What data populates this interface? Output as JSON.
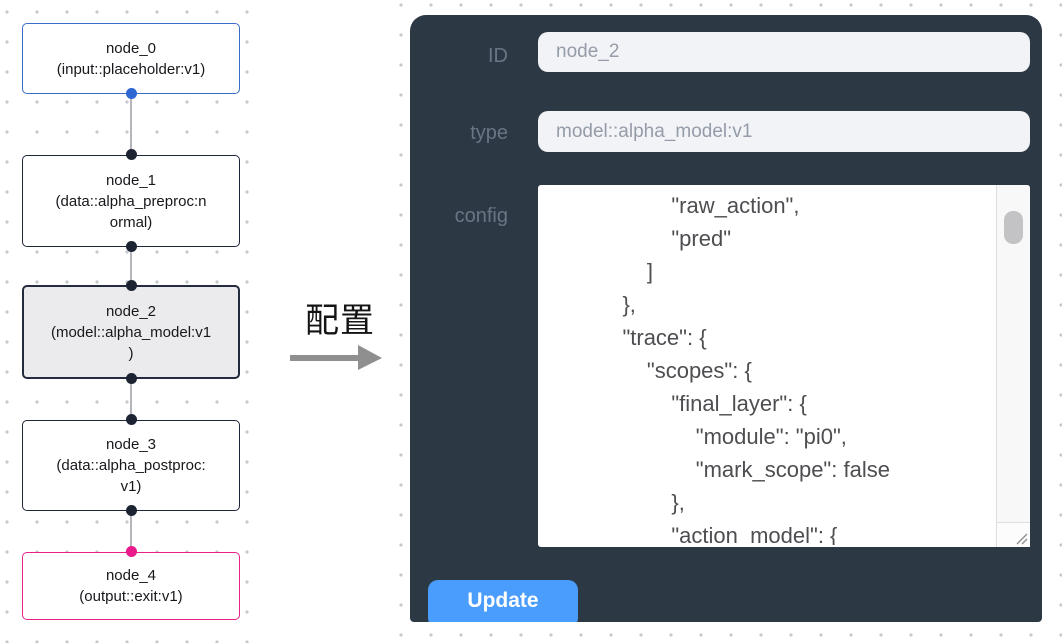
{
  "flow": {
    "nodes": [
      {
        "id": "node_0",
        "label": "node_0\n(input::placeholder:v1)",
        "variant": "input"
      },
      {
        "id": "node_1",
        "label": "node_1\n(data::alpha_preproc:n\normal)",
        "variant": "default"
      },
      {
        "id": "node_2",
        "label": "node_2\n(model::alpha_model:v1\n)",
        "variant": "selected"
      },
      {
        "id": "node_3",
        "label": "node_3\n(data::alpha_postproc:\nv1)",
        "variant": "default"
      },
      {
        "id": "node_4",
        "label": "node_4\n(output::exit:v1)",
        "variant": "output"
      }
    ],
    "colors": {
      "input_border": "#3a6cc8",
      "default_border": "#20263a",
      "selected_bg": "#ebebee",
      "output_border": "#e92189",
      "edge": "#b3b5bb"
    }
  },
  "transfer": {
    "label": "配置"
  },
  "panel": {
    "background": "#2d3845",
    "fields": [
      {
        "label": "ID",
        "value": "node_2"
      },
      {
        "label": "type",
        "value": "model::alpha_model:v1"
      }
    ],
    "config": {
      "label": "config",
      "visible_text": "            \"raw_action\",\n            \"pred\"\n        ]\n    },\n    \"trace\": {\n        \"scopes\": {\n            \"final_layer\": {\n                \"module\": \"pi0\",\n                \"mark_scope\": false\n            },\n            \"action_model\": {"
    },
    "update_label": "Update",
    "accent": "#4a9dfc"
  }
}
